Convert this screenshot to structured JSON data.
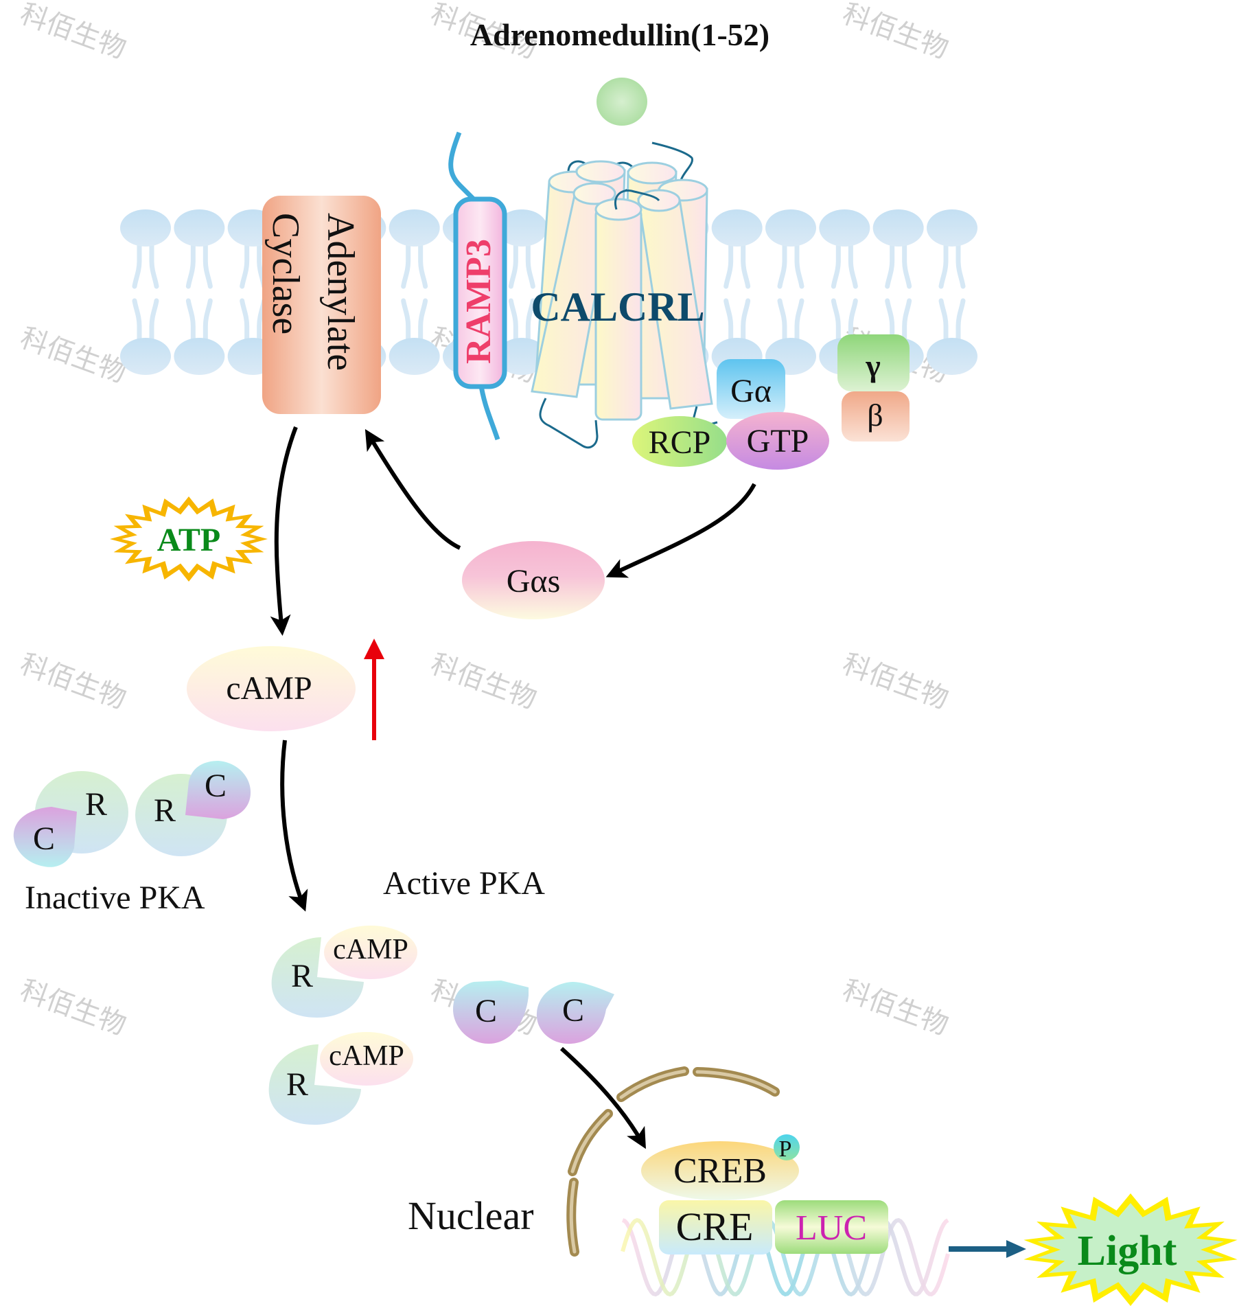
{
  "title": "Adrenomedullin(1-52)",
  "watermark": "科佰生物",
  "membrane": {
    "adenylate_cyclase": {
      "line1": "Adenylate",
      "line2": "Cyclase"
    },
    "ramp3": "RAMP3",
    "receptor": "CALCRL",
    "g_alpha": "Gα",
    "rcp": "RCP",
    "gtp": "GTP",
    "gamma": "γ",
    "beta": "β"
  },
  "cytoplasm": {
    "atp": "ATP",
    "g_alpha_s": "Gαs",
    "camp": "cAMP",
    "inactive_pka": {
      "label": "Inactive PKA",
      "subunits": [
        "C",
        "R",
        "R",
        "C"
      ]
    },
    "active_pka": {
      "label": "Active PKA",
      "regulatory": [
        {
          "r": "R",
          "ligand": "cAMP"
        },
        {
          "r": "R",
          "ligand": "cAMP"
        }
      ],
      "catalytic": [
        "C",
        "C"
      ]
    }
  },
  "nucleus": {
    "label": "Nuclear",
    "creb": "CREB",
    "phospho": "P",
    "cre": "CRE",
    "luc": "LUC",
    "output": "Light"
  },
  "colors": {
    "receptor_text": "#0d4a6b",
    "ramp3_text": "#ee3e6a",
    "ramp3_border": "#3fa9d9",
    "atp_text": "#0a8a1a",
    "atp_star": "#f7b500",
    "luc_text": "#cc22b0",
    "light_text": "#0a8a1a",
    "light_star": "#ffee00",
    "increase_arrow": "#e8000b",
    "output_arrow": "#1c5f84",
    "nuclear_envelope": "#a38a50"
  }
}
